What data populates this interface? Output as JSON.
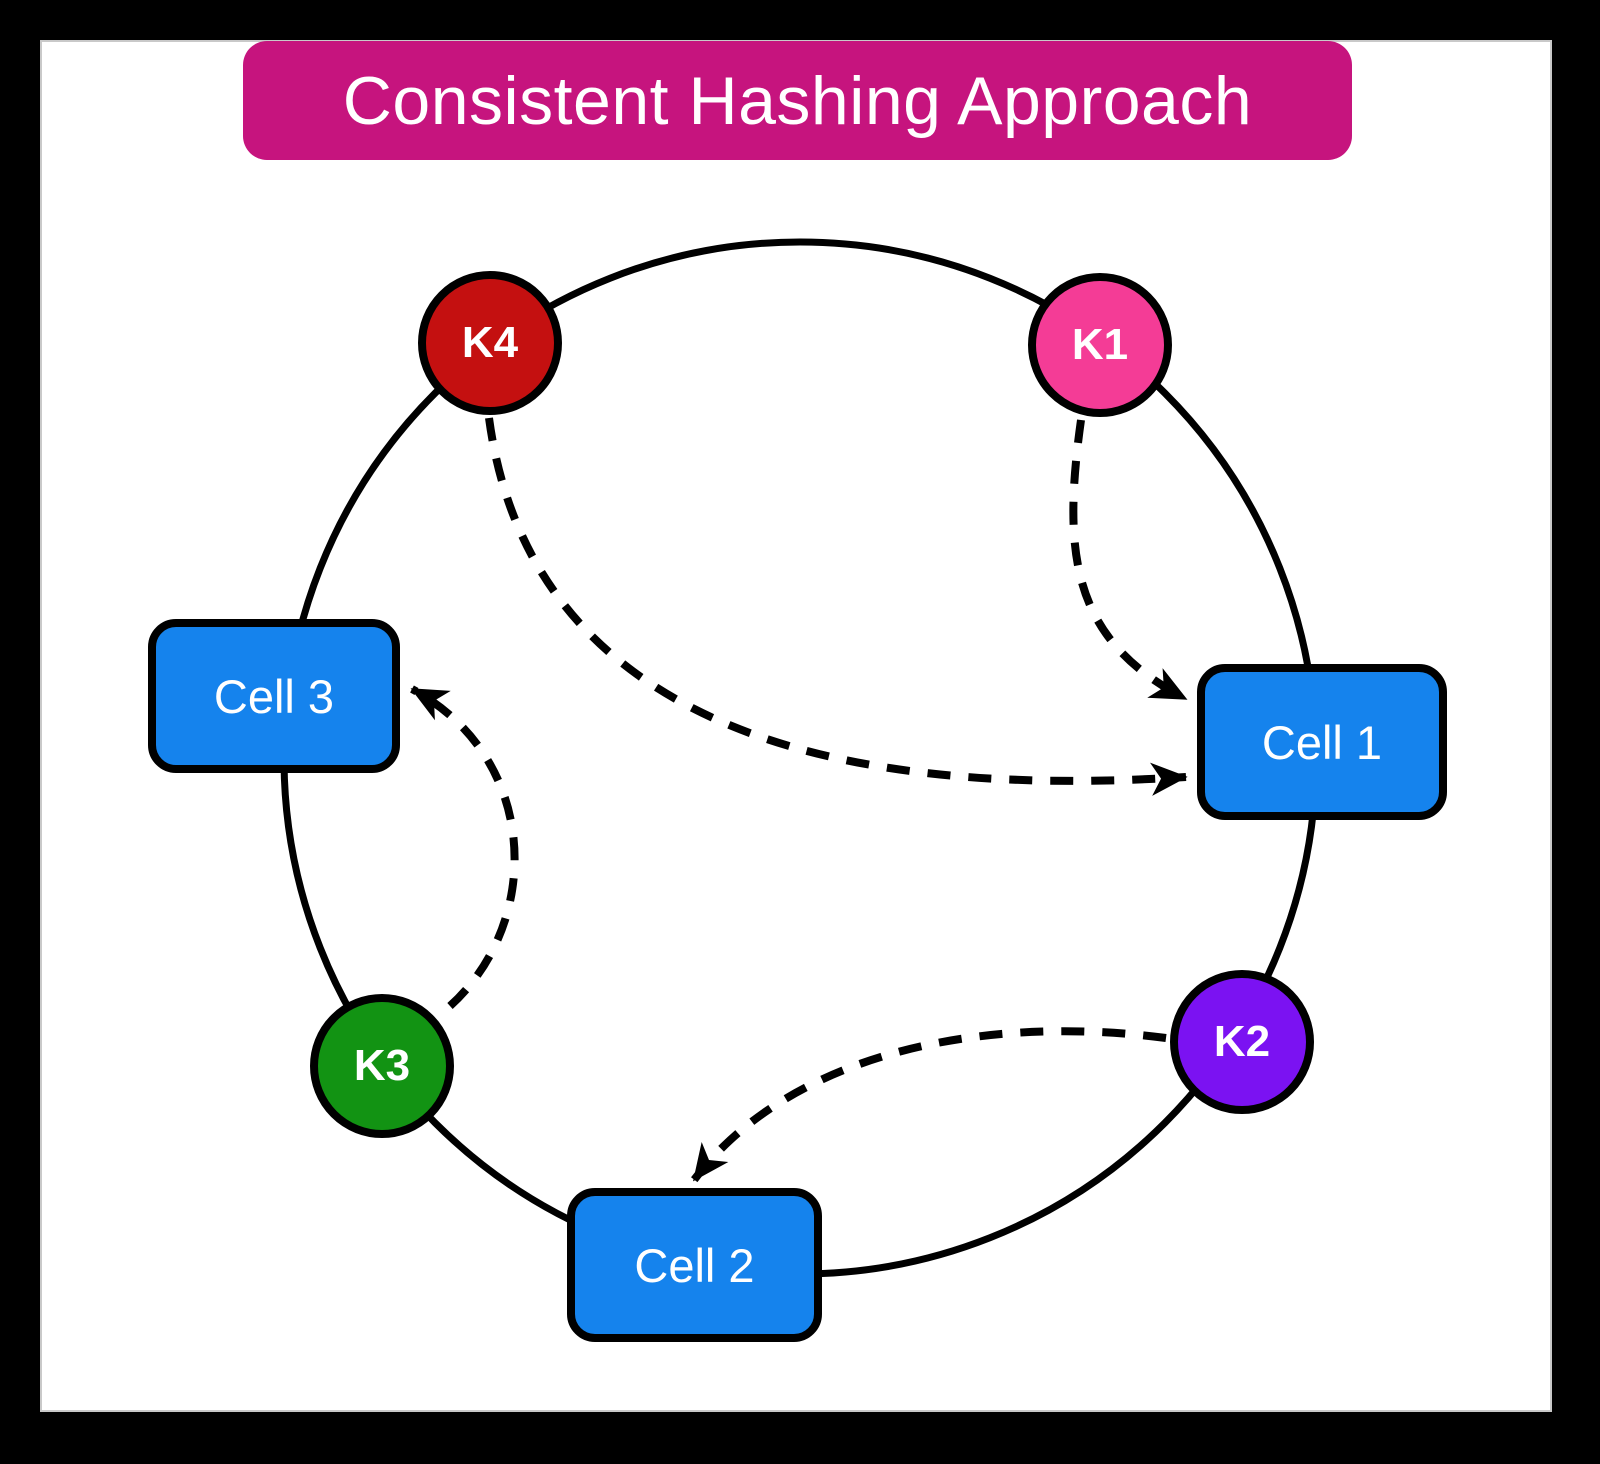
{
  "title": "Consistent Hashing Approach",
  "colors": {
    "banner": "#C6147E",
    "k1": "#F43C96",
    "k2": "#7B12F2",
    "k3": "#129313",
    "k4": "#C41010",
    "cell": "#1583ED",
    "stroke": "#000000"
  },
  "keys": [
    {
      "id": "K1",
      "label": "K1"
    },
    {
      "id": "K2",
      "label": "K2"
    },
    {
      "id": "K3",
      "label": "K3"
    },
    {
      "id": "K4",
      "label": "K4"
    }
  ],
  "cells": [
    {
      "id": "Cell 1",
      "label": "Cell 1"
    },
    {
      "id": "Cell 2",
      "label": "Cell 2"
    },
    {
      "id": "Cell 3",
      "label": "Cell 3"
    }
  ],
  "mappings": [
    {
      "from": "K1",
      "to": "Cell 1"
    },
    {
      "from": "K4",
      "to": "Cell 1"
    },
    {
      "from": "K2",
      "to": "Cell 2"
    },
    {
      "from": "K3",
      "to": "Cell 3"
    }
  ]
}
